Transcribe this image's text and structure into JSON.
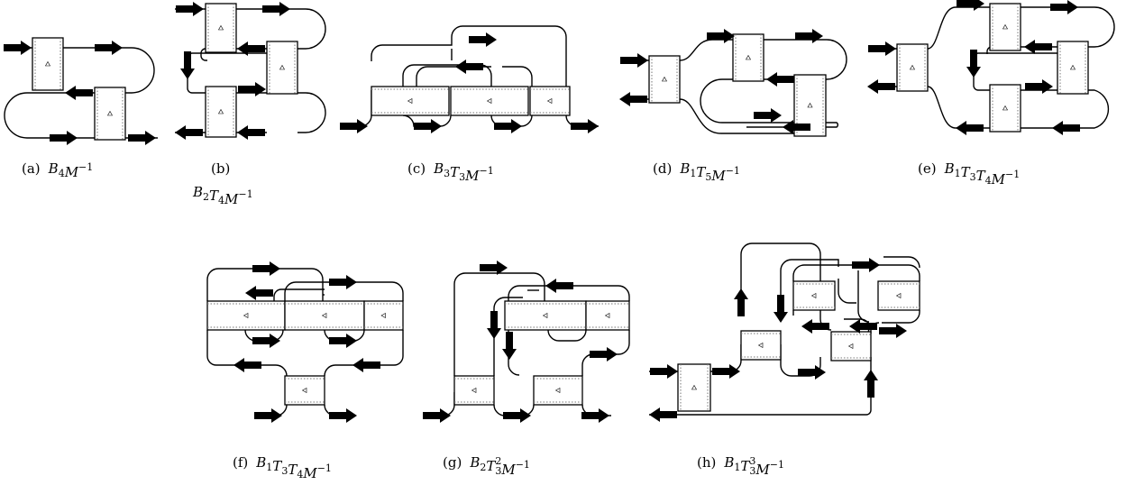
{
  "figure": {
    "panels": [
      {
        "id": "a",
        "tag": "(a)",
        "term": [
          [
            "B",
            "4",
            ""
          ],
          [
            "M",
            "",
            "−1"
          ]
        ]
      },
      {
        "id": "b",
        "tag": "(b)",
        "term": [
          [
            "B",
            "2",
            ""
          ],
          [
            "T",
            "4",
            ""
          ],
          [
            "M",
            "",
            "−1"
          ]
        ]
      },
      {
        "id": "c",
        "tag": "(c)",
        "term": [
          [
            "B",
            "3",
            ""
          ],
          [
            "T",
            "3",
            ""
          ],
          [
            "M",
            "",
            "−1"
          ]
        ]
      },
      {
        "id": "d",
        "tag": "(d)",
        "term": [
          [
            "B",
            "1",
            ""
          ],
          [
            "T",
            "5",
            ""
          ],
          [
            "M",
            "",
            "−1"
          ]
        ]
      },
      {
        "id": "e",
        "tag": "(e)",
        "term": [
          [
            "B",
            "1",
            ""
          ],
          [
            "T",
            "3",
            ""
          ],
          [
            "T",
            "4",
            ""
          ],
          [
            "M",
            "",
            "−1"
          ]
        ]
      },
      {
        "id": "f",
        "tag": "(f)",
        "term": [
          [
            "B",
            "1",
            ""
          ],
          [
            "T",
            "3",
            ""
          ],
          [
            "T",
            "4",
            ""
          ],
          [
            "M",
            "",
            "−1"
          ]
        ]
      },
      {
        "id": "g",
        "tag": "(g)",
        "term": [
          [
            "B",
            "2",
            ""
          ],
          [
            "T",
            "3",
            "2"
          ],
          [
            "M",
            "",
            "−1"
          ]
        ]
      },
      {
        "id": "h",
        "tag": "(h)",
        "term": [
          [
            "B",
            "1",
            ""
          ],
          [
            "T",
            "3",
            "3"
          ],
          [
            "M",
            "",
            "−1"
          ]
        ]
      }
    ],
    "colors": {
      "ink": "#000000",
      "dotted": "#777777",
      "background": "#ffffff"
    },
    "icons": {
      "flow": "arrow-icon",
      "box_marker": "triangle-icon"
    }
  }
}
